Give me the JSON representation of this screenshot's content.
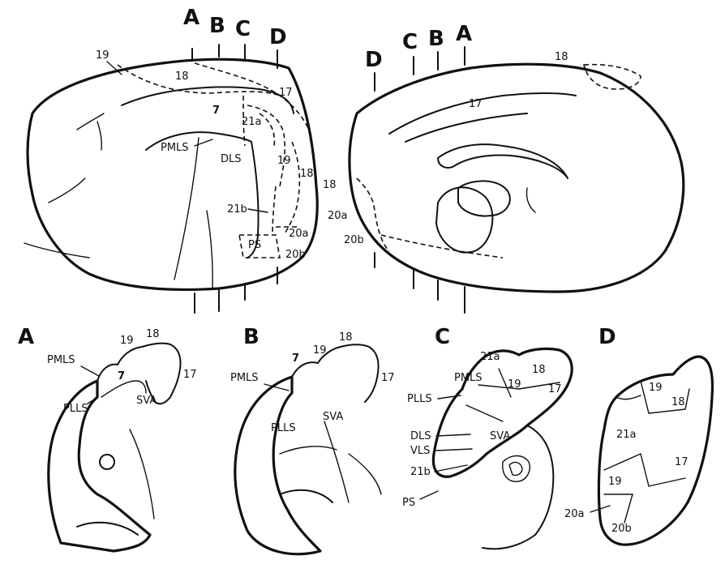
{
  "section_letters": [
    "A",
    "B",
    "C",
    "D"
  ],
  "lateral_view_labels": {
    "a19": "19",
    "a18": "18",
    "a17": "17",
    "a7": "7",
    "a21a": "21a",
    "pmls": "PMLS",
    "dls": "DLS",
    "b19": "19",
    "b18": "18",
    "a21b": "21b",
    "a20a": "20a",
    "ps": "PS",
    "a20b": "20b"
  },
  "medial_view_labels": {
    "a18": "18",
    "a17": "17",
    "b18": "18",
    "a20a": "20a",
    "a20b": "20b"
  },
  "section_a_labels": {
    "pmls": "PMLS",
    "a19": "19",
    "a18": "18",
    "a17": "17",
    "a7": "7",
    "plls": "PLLS",
    "sva": "SVA"
  },
  "section_b_labels": {
    "pmls": "PMLS",
    "a7": "7",
    "a19": "19",
    "a18": "18",
    "a17": "17",
    "plls": "PLLS",
    "sva": "SVA"
  },
  "section_c_labels": {
    "a21a": "21a",
    "pmls": "PMLS",
    "a19": "19",
    "a18": "18",
    "a17": "17",
    "plls": "PLLS",
    "dls": "DLS",
    "sva": "SVA",
    "vls": "VLS",
    "a21b": "21b",
    "ps": "PS"
  },
  "section_d_labels": {
    "a19": "19",
    "a18": "18",
    "a21a": "21a",
    "b19": "19",
    "a17": "17",
    "a20a": "20a",
    "a20b": "20b"
  }
}
